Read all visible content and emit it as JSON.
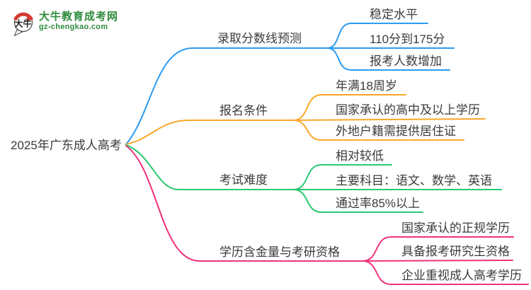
{
  "logo": {
    "icon_text": "大牛",
    "title": "大牛教育成考网",
    "domain": "gz-chengkao.com"
  },
  "colors": {
    "blue": "#2b9bf3",
    "orange": "#fba729",
    "green": "#2bc873",
    "pink": "#f0317c",
    "text": "#3b3b3b",
    "logo_green": "#2e8b3d",
    "logo_red": "#d63a2f"
  },
  "mindmap": {
    "central_topic": "2025年广东成人高考",
    "branches": [
      {
        "label": "录取分数线预测",
        "color": "#2b9bf3",
        "children": [
          "稳定水平",
          "110分到175分",
          "报考人数增加"
        ]
      },
      {
        "label": "报名条件",
        "color": "#fba729",
        "children": [
          "年满18周岁",
          "国家承认的高中及以上学历",
          "外地户籍需提供居住证"
        ]
      },
      {
        "label": "考试难度",
        "color": "#2bc873",
        "children": [
          "相对较低",
          "主要科目：语文、数学、英语",
          "通过率85%以上"
        ]
      },
      {
        "label": "学历含金量与考研资格",
        "color": "#f0317c",
        "children": [
          "国家承认的正规学历",
          "具备报考研究生资格",
          "企业重视成人高考学历"
        ]
      }
    ]
  }
}
